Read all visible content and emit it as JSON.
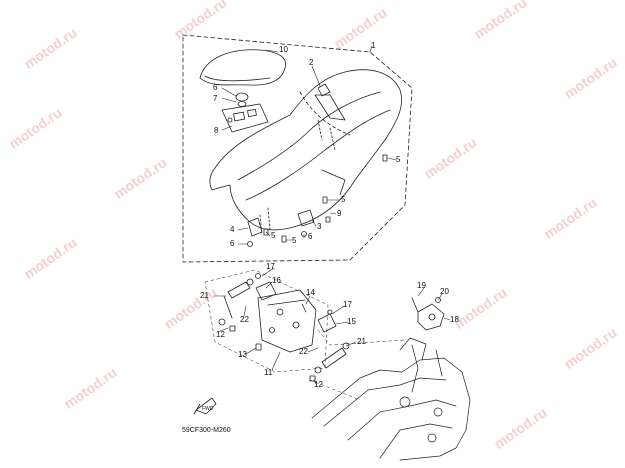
{
  "watermark": "motod.ru",
  "callouts": [
    "1",
    "2",
    "3",
    "4",
    "5",
    "6",
    "7",
    "8",
    "9",
    "10",
    "11",
    "12",
    "13",
    "14",
    "15",
    "16",
    "17",
    "18",
    "19",
    "20",
    "21",
    "22"
  ],
  "diagram_code": "59CF300-M260",
  "fwd_label": "FWD",
  "colors": {
    "line": "#222222",
    "watermark": "#f0b0b0"
  }
}
